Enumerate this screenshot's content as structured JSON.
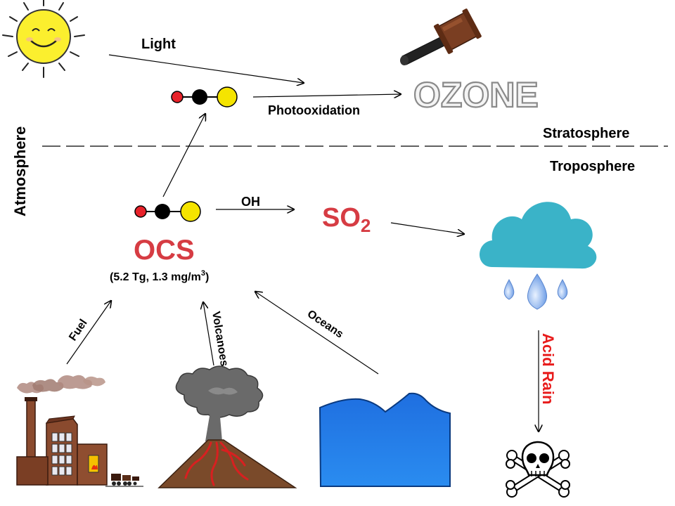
{
  "labels": {
    "light": "Light",
    "photooxidation": "Photooxidation",
    "ozone": "OZONE",
    "stratosphere": "Stratosphere",
    "troposphere": "Troposphere",
    "atmosphere": "Atmosphere",
    "oh": "OH",
    "so2_main": "SO",
    "so2_sub": "2",
    "ocs": "OCS",
    "ocs_amount_main": "(5.2 Tg,  1.3 mg/m",
    "ocs_amount_sup": "3",
    "ocs_amount_end": ")",
    "fuel": "Fuel",
    "volcanoes": "Volcanoes",
    "oceans": "Oceans",
    "acid_rain": "Acid Rain"
  },
  "colors": {
    "red_text": "#d63c43",
    "acid_rain": "#e81c1c",
    "atom_red": "#e8222a",
    "atom_black": "#000000",
    "atom_yellow": "#f5e400",
    "cloud": "#3ab3c8",
    "ocean": "#1f7fe8",
    "sun": "#fbef2e"
  },
  "icons": [
    "sun-icon",
    "gavel-icon",
    "molecule-icon",
    "cloud-icon",
    "raindrop-icon",
    "factory-icon",
    "volcano-icon",
    "ocean-icon",
    "skull-crossbones-icon"
  ]
}
